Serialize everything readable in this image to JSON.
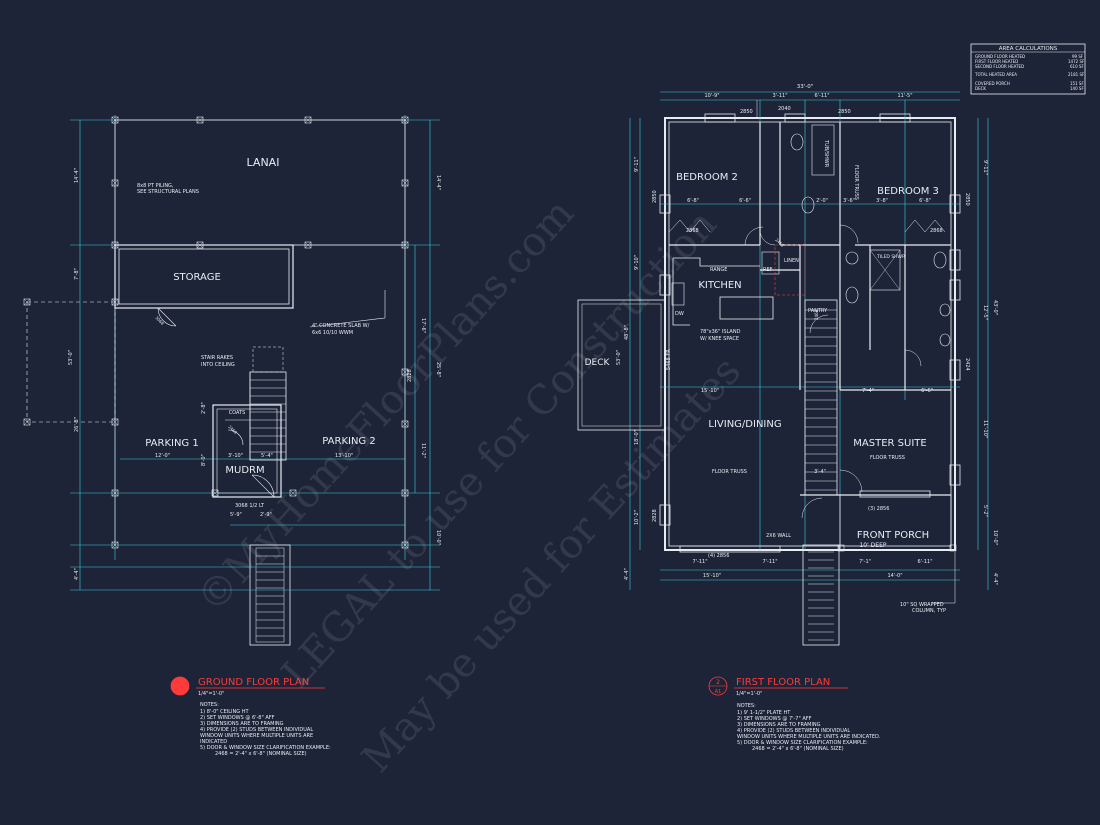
{
  "area_calc": {
    "title": "AREA CALCULATIONS",
    "rows": [
      {
        "label": "GROUND FLOOR HEATED",
        "value": "99 SF"
      },
      {
        "label": "FIRST FLOOR HEATED",
        "value": "1472 SF"
      },
      {
        "label": "SECOND FLOOR HEATED",
        "value": "610 SF"
      },
      {
        "label": "TOTAL HEATED AREA",
        "value": "2181 SF"
      },
      {
        "label": "COVERED PORCH",
        "value": "151 SF"
      },
      {
        "label": "DECK",
        "value": "140 SF"
      }
    ]
  },
  "ground": {
    "rooms": {
      "lanai": "LANAI",
      "storage": "STORAGE",
      "parking1": "PARKING 1",
      "parking2": "PARKING 2",
      "mudrm": "MUDRM",
      "coats": "COATS"
    },
    "notes_text": {
      "piling1": "8x8 PT PILING,",
      "piling2": "SEE STRUCTURAL PLANS",
      "slab1": "4\" CONCRETE SLAB W/",
      "slab2": "6x6 10/10 WWM",
      "stair1": "STAIR RAKES",
      "stair2": "INTO CEILING",
      "door": "3068 1/2 LT",
      "d3068": "3068",
      "d2468": "2468"
    },
    "dims": {
      "left_14_4": "14'-4\"",
      "left_7_8": "7'-8\"",
      "left_53": "53'-0\"",
      "left_26_8": "26'-8\"",
      "left_4_4": "4'-4\"",
      "right_14_4": "14'-4\"",
      "right_17_6": "17'-6\"",
      "right_25_8": "25'-8\"",
      "right_11_2": "11'-2\"",
      "right_10": "10'-0\"",
      "h12": "12'-0\"",
      "h3_10": "3'-10\"",
      "h5_4": "5'-4\"",
      "h13_10": "13'-10\"",
      "h5_9": "5'-9\"",
      "h2_9": "2'-9\"",
      "h2_8": "2'-8\"",
      "h8": "8'-0\"",
      "w2828": "2828"
    },
    "title": {
      "num": "1",
      "sheet": "A1",
      "text": "GROUND FLOOR PLAN",
      "scale": "1/4\"=1'-0\""
    },
    "notes_head": "NOTES:",
    "notes": [
      "1) 8'-0\" CEILING HT",
      "2) SET WINDOWS @ 6'-8\" AFF",
      "3) DIMENSIONS ARE TO FRAMING",
      "4) PROVIDE (2) STUDS BETWEEN INDIVIDUAL",
      "WINDOW UNITS WHERE MULTIPLE UNITS ARE",
      "INDICATED",
      "5) DOOR & WINDOW SIZE CLARIFICATION EXAMPLE:",
      "2468 = 2'-4\" x 6'-8\" (NOMINAL SIZE)"
    ]
  },
  "first": {
    "rooms": {
      "bed2": "BEDROOM 2",
      "bed3": "BEDROOM 3",
      "kitchen": "KITCHEN",
      "living": "LIVING/DINING",
      "master": "MASTER SUITE",
      "porch": "FRONT PORCH",
      "porch_deep": "10' DEEP",
      "deck": "DECK",
      "pantry": "PANTRY",
      "linen": "LINEN",
      "range": "RANGE",
      "ref": "REF",
      "dw": "DW",
      "tub": "TUB/SHWR",
      "tiled": "TILED SHWR"
    },
    "text": {
      "island1": "78\"x36\" ISLAND",
      "island2": "W/ KNEE SPACE",
      "truss1": "FLOOR TRUSS",
      "truss2": "FLOOR TRUSS",
      "truss3": "FLOOR TRUSS",
      "wall": "2X6 WALL",
      "col1": "10\" SQ WRAPPED",
      "col2": "COLUMN, TYP",
      "w2850a": "2850",
      "w2040": "2040",
      "w2850b": "2850",
      "w2868a": "2868",
      "w2868b": "2868",
      "w2856a": "(3) 2856",
      "w2856b": "(4) 2856",
      "d2468a": "2468",
      "d2468b": "2468",
      "d5468": "5468 FR",
      "w2850l": "2850",
      "w2850r": "2850",
      "w2424": "2424",
      "w2828": "2828"
    },
    "dims": {
      "top33": "33'-0\"",
      "t10_9": "10'-9\"",
      "t3_11": "3'-11\"",
      "t6_11": "6'-11\"",
      "t11_5": "11'-5\"",
      "t6_8a": "6'-8\"",
      "t6_6": "6'-6\"",
      "t2": "2'-0\"",
      "t3_6": "3'-6\"",
      "t3_8": "3'-8\"",
      "t6_8b": "6'-8\"",
      "m15_10a": "15'-10\"",
      "m7_4": "7'-4\"",
      "m6_6": "6'-6\"",
      "m3_4": "3'-4\"",
      "b7_11": "7'-11\"",
      "b7_11b": "7'-11\"",
      "b7_1": "7'-1\"",
      "b6_11": "6'-11\"",
      "b15_10": "15'-10\"",
      "b14": "14'-0\"",
      "l9_11": "9'-11\"",
      "l9_10": "9'-10\"",
      "l48_8": "48'-8\"",
      "l53": "53'-0\"",
      "l18": "18'-0\"",
      "l10_2": "10'-2\"",
      "l4_4": "4'-4\"",
      "r9_11": "9'-11\"",
      "r12_5": "12'-5\"",
      "r43": "43'-0\"",
      "r11_10": "11'-10\"",
      "r5_2": "5'-2\"",
      "r10": "10'-0\"",
      "r4_4": "4'-4\""
    },
    "title": {
      "num": "2",
      "sheet": "A1",
      "text": "FIRST FLOOR PLAN",
      "scale": "1/4\"=1'-0\""
    },
    "notes_head": "NOTES:",
    "notes": [
      "1) 9' 1-1/2\" PLATE HT",
      "2) SET WINDOWS @ 7'-7\" AFF",
      "3) DIMENSIONS ARE TO FRAMING",
      "4) PROVIDE (2) STUDS BETWEEN INDIVIDUAL",
      "WINDOW UNITS WHERE MULTIPLE UNITS ARE INDICATED.",
      "5) DOOR & WINDOW SIZE CLARIFICATION EXAMPLE:",
      "2468 = 2'-4\" x 6'-8\" (NOMINAL SIZE)"
    ]
  },
  "watermark": {
    "line1": "©MyHomeFloorPlans.com",
    "line2": "LEGAL to use for Construction",
    "line3": "May be used for Estimates"
  }
}
